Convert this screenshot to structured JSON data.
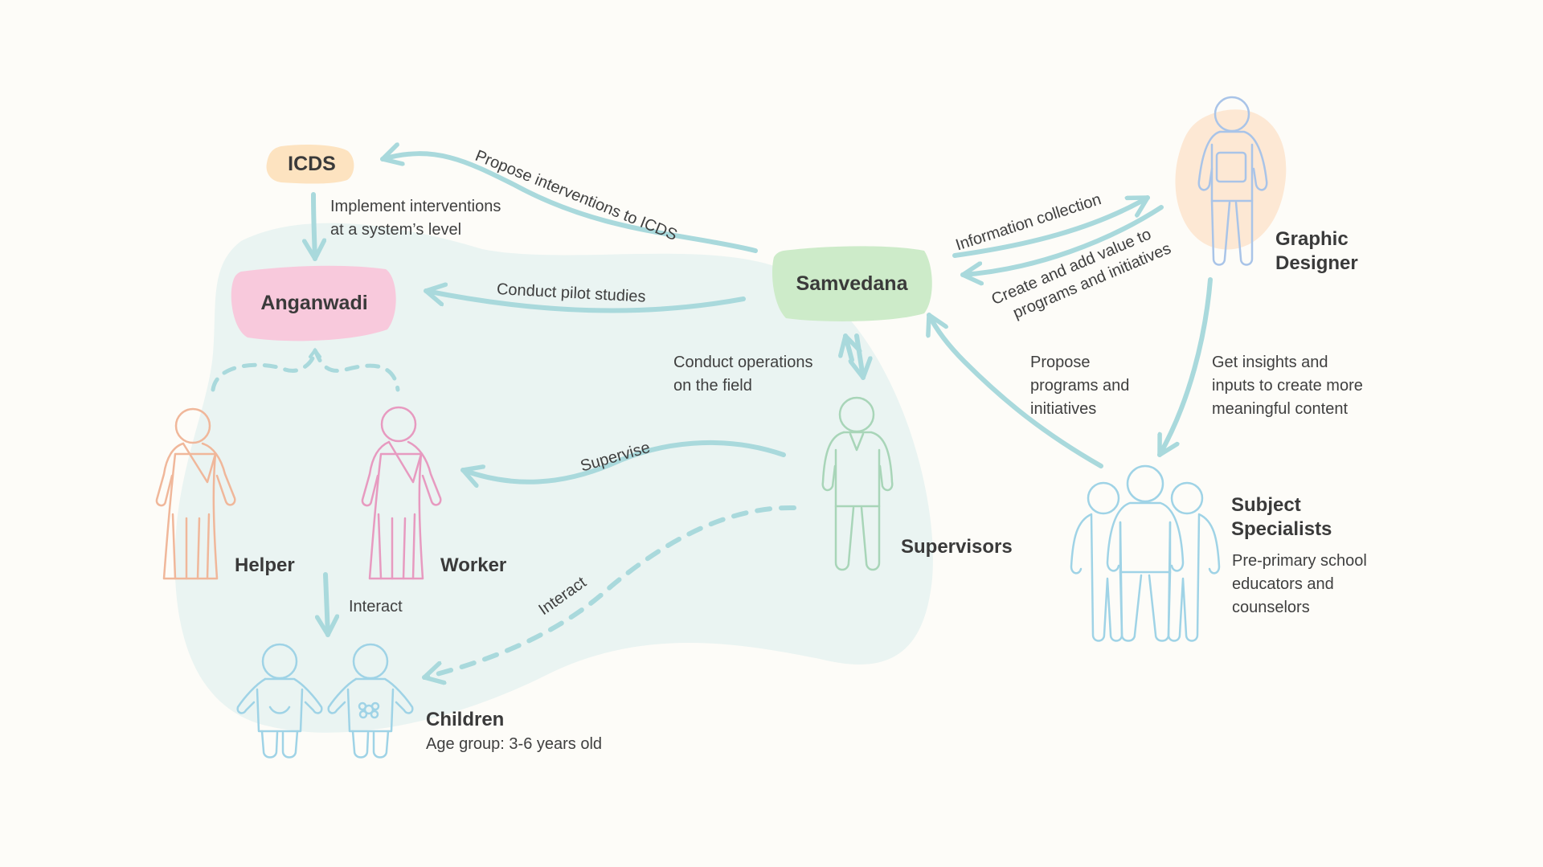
{
  "nodes": {
    "icds": "ICDS",
    "anganwadi": "Anganwadi",
    "samvedana": "Samvedana"
  },
  "roles": {
    "helper": "Helper",
    "worker": "Worker",
    "supervisors": "Supervisors",
    "graphic_designer": [
      "Graphic",
      "Designer"
    ],
    "subject_specialists": [
      "Subject",
      "Specialists"
    ],
    "subject_specialists_desc": [
      "Pre-primary school",
      "educators and",
      "counselors"
    ],
    "children": "Children",
    "children_desc": "Age group: 3-6 years old"
  },
  "edges": {
    "propose_icds": "Propose interventions to ICDS",
    "implement": [
      "Implement interventions",
      "at a system’s level"
    ],
    "pilot": "Conduct pilot studies",
    "operations": [
      "Conduct operations",
      "on the field"
    ],
    "supervise": "Supervise",
    "interact_helper": "Interact",
    "interact_supervisor": "Interact",
    "info_collection": "Information collection",
    "create_value": [
      "Create and add value to",
      "programs and initiatives"
    ],
    "propose_programs": [
      "Propose",
      "programs and",
      "initiatives"
    ],
    "insights": [
      "Get insights and",
      "inputs to create more",
      "meaningful content"
    ]
  },
  "colors": {
    "background": "#fdfcf8",
    "zone": "#eaf4f2",
    "arrow": "#a9d9dc",
    "icds": "#fde3c0",
    "anganwadi": "#f8c9dc",
    "samvedana": "#cdebc9",
    "helper": "#f0b79a",
    "worker": "#e79ac0",
    "supervisor": "#a8d5b8",
    "designer": "#a9c4e8",
    "designer_blob": "#fde8d4",
    "specialist": "#9fd3e6",
    "children": "#9fd3e6"
  }
}
